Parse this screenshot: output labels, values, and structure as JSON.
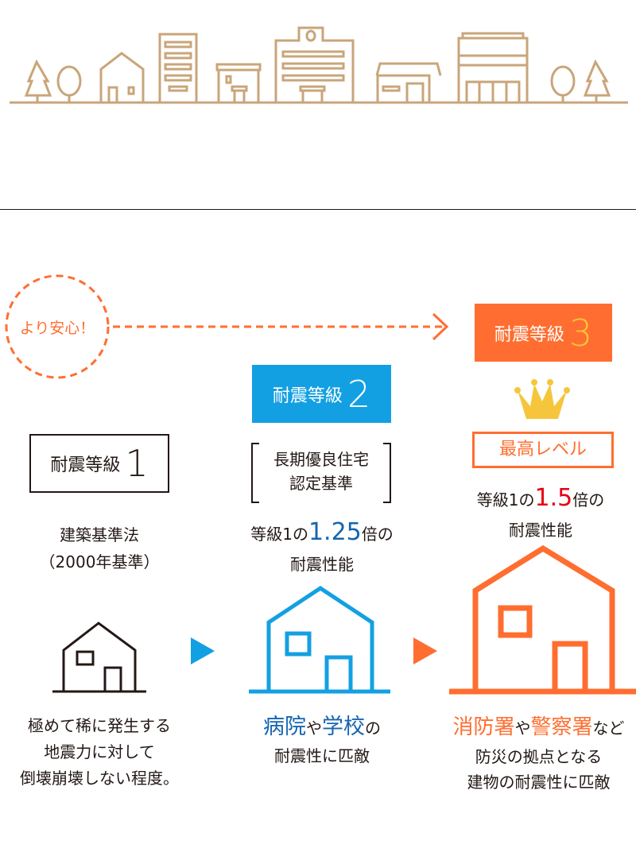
{
  "colors": {
    "tan": "#c9a57a",
    "orange": "#ff6e30",
    "blue": "#13a0e2",
    "deepblue": "#1565b0",
    "red": "#e60012",
    "gold": "#f5c63c"
  },
  "callout": {
    "label": "より安心！"
  },
  "grade1": {
    "label": "耐震等級",
    "number": "1",
    "basis": [
      "建築基準法",
      "（2000年基準）"
    ],
    "desc": [
      "極めて稀に発生する",
      "地震力に対して",
      "倒壊崩壊しない程度。"
    ]
  },
  "grade2": {
    "label": "耐震等級",
    "number": "2",
    "bracket": [
      "長期優良住宅",
      "認定基準"
    ],
    "perf_pre": "等級1の",
    "perf_num": "1.25",
    "perf_post": "倍の",
    "perf_line2": "耐震性能",
    "desc_a": "病院",
    "desc_b": "や",
    "desc_c": "学校",
    "desc_d": "の",
    "desc_line2": "耐震性に匹敵"
  },
  "grade3": {
    "label": "耐震等級",
    "number": "3",
    "tag": "最高レベル",
    "perf_pre": "等級1の",
    "perf_num": "1.5",
    "perf_post": "倍の",
    "perf_line2": "耐震性能",
    "desc_a": "消防署",
    "desc_b": "や",
    "desc_c": "警察署",
    "desc_d": "など",
    "desc_line2": "防災の拠点となる",
    "desc_line3": "建物の耐震性に匹敵"
  }
}
